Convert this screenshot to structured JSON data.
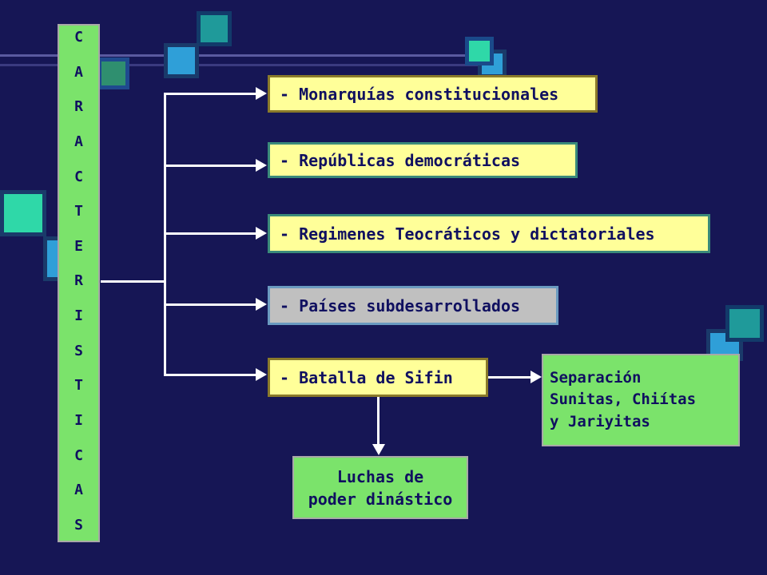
{
  "vertical_title": [
    "C",
    "A",
    "R",
    "A",
    "C",
    "T",
    "E",
    "R",
    "I",
    "S",
    "T",
    "I",
    "C",
    "A",
    "S"
  ],
  "items": [
    {
      "label": "- Monarquías constitucionales"
    },
    {
      "label": "- Repúblicas democráticas"
    },
    {
      "label": "- Regimenes Teocráticos y dictatoriales"
    },
    {
      "label": "- Países subdesarrollados"
    },
    {
      "label": "- Batalla de Sifin"
    }
  ],
  "outcomes": {
    "separation": [
      "Separación",
      "Sunitas, Chiítas",
      "y Jariyitas"
    ],
    "struggles": [
      "Luchas de",
      "poder dinástico"
    ]
  },
  "colors": {
    "background": "#161655",
    "green_box": "#7be36b",
    "yellow_box": "#ffff99",
    "grey_box": "#c0c0c0",
    "text": "#101060"
  }
}
